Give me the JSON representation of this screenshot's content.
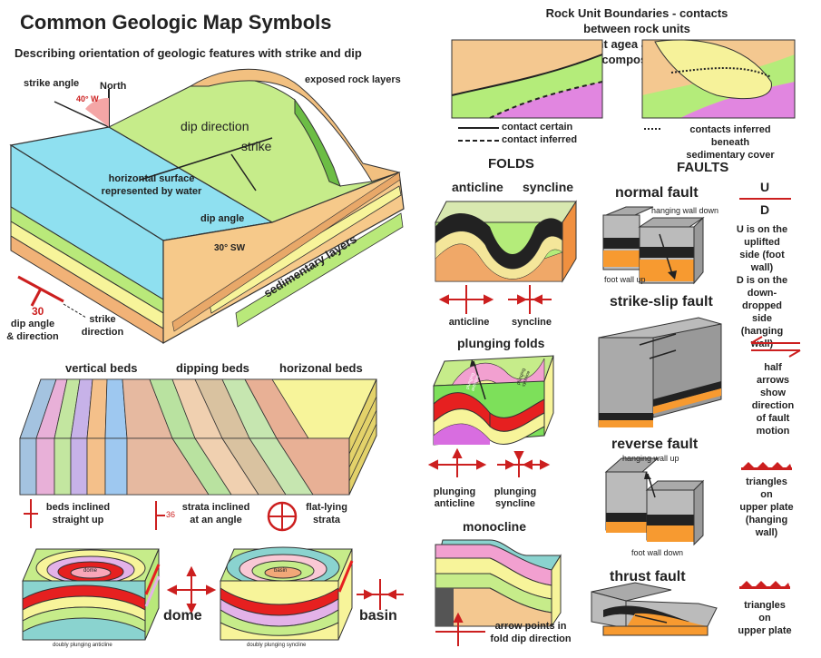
{
  "title": "Common Geologic Map Symbols",
  "subtitle": "Describing orientation of geologic features with strike and dip",
  "block": {
    "strike_angle": "strike angle",
    "angle_40": "40° W",
    "north": "North",
    "exposed": "exposed rock layers",
    "dip_direction": "dip direction",
    "strike": "strike",
    "horizontal_surface": "horizontal surface\nrepresented by water",
    "dip_angle": "dip angle",
    "angle_30": "30° SW",
    "sedimentary": "sedimentary layers",
    "symbol_30": "30",
    "dip_label": "dip angle\n& direction",
    "strike_label": "strike\ndirection"
  },
  "beds": {
    "vertical": "vertical beds",
    "dipping": "dipping beds",
    "horizontal": "horizonal beds",
    "inclined_up": "beds inclined\nstraight up",
    "symbol_36": "36",
    "strata_angle": "strata inclined\nat an angle",
    "flat": "flat-lying\nstrata"
  },
  "domes": {
    "dome": "dome",
    "basin": "basin",
    "dome_inner": "dome",
    "basin_inner": "basin",
    "dome_caption": "doubly plunging anticline",
    "basin_caption": "doubly plunging syncline"
  },
  "contacts": {
    "header": "Rock Unit Boundaries - contacts between rock units\nof different agea and/or different composition",
    "certain": "contact certain",
    "inferred": "contact inferred",
    "beneath": "contacts inferred beneath\nsedimentary cover"
  },
  "folds": {
    "header": "FOLDS",
    "anticline_title": "anticline",
    "syncline_title": "syncline",
    "anticline": "anticline",
    "syncline": "syncline",
    "plunging": "plunging folds",
    "plunging_anticline": "plunging\nanticline",
    "plunging_syncline": "plunging\nsyncline",
    "plunging_anticline_inner": "plunging\nanticline",
    "plunging_syncline_inner": "plunging\nsyncline",
    "monocline": "monocline",
    "arrow_points": "arrow points in\nfold dip direction"
  },
  "faults": {
    "header": "FAULTS",
    "normal": "normal fault",
    "hanging_down": "hanging wall down",
    "foot_up": "foot wall up",
    "u": "U",
    "d": "D",
    "normal_desc": "U is on the uplifted\nside (foot wall)\nD is on the\ndown-dropped side\n(hanging wall)",
    "strike_slip": "strike-slip fault",
    "half_arrows": "half arrows\nshow direction\nof fault motion",
    "reverse": "reverse fault",
    "hanging_up": "hanging wall up",
    "foot_down": "foot wall down",
    "reverse_desc": "triangles on\nupper plate\n(hanging wall)",
    "thrust": "thrust fault",
    "thrust_desc": "triangles on\nupper plate"
  }
}
